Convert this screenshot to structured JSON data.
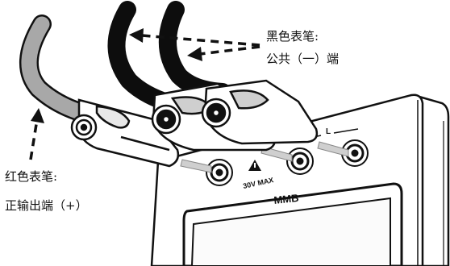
{
  "labels": {
    "black_probe_title": "黑色表笔:",
    "black_probe_desc": "公共（一）端",
    "red_probe_title": "红色表笔:",
    "red_probe_desc": "正输出端（+）"
  },
  "device": {
    "brand": "MMB",
    "voltage_rating": "30V MAX",
    "terminal_label": "L"
  },
  "colors": {
    "black_lead": "#0d0d0d",
    "red_lead": "#a8a8a8",
    "outline": "#111111",
    "body_fill": "#ffffff"
  }
}
